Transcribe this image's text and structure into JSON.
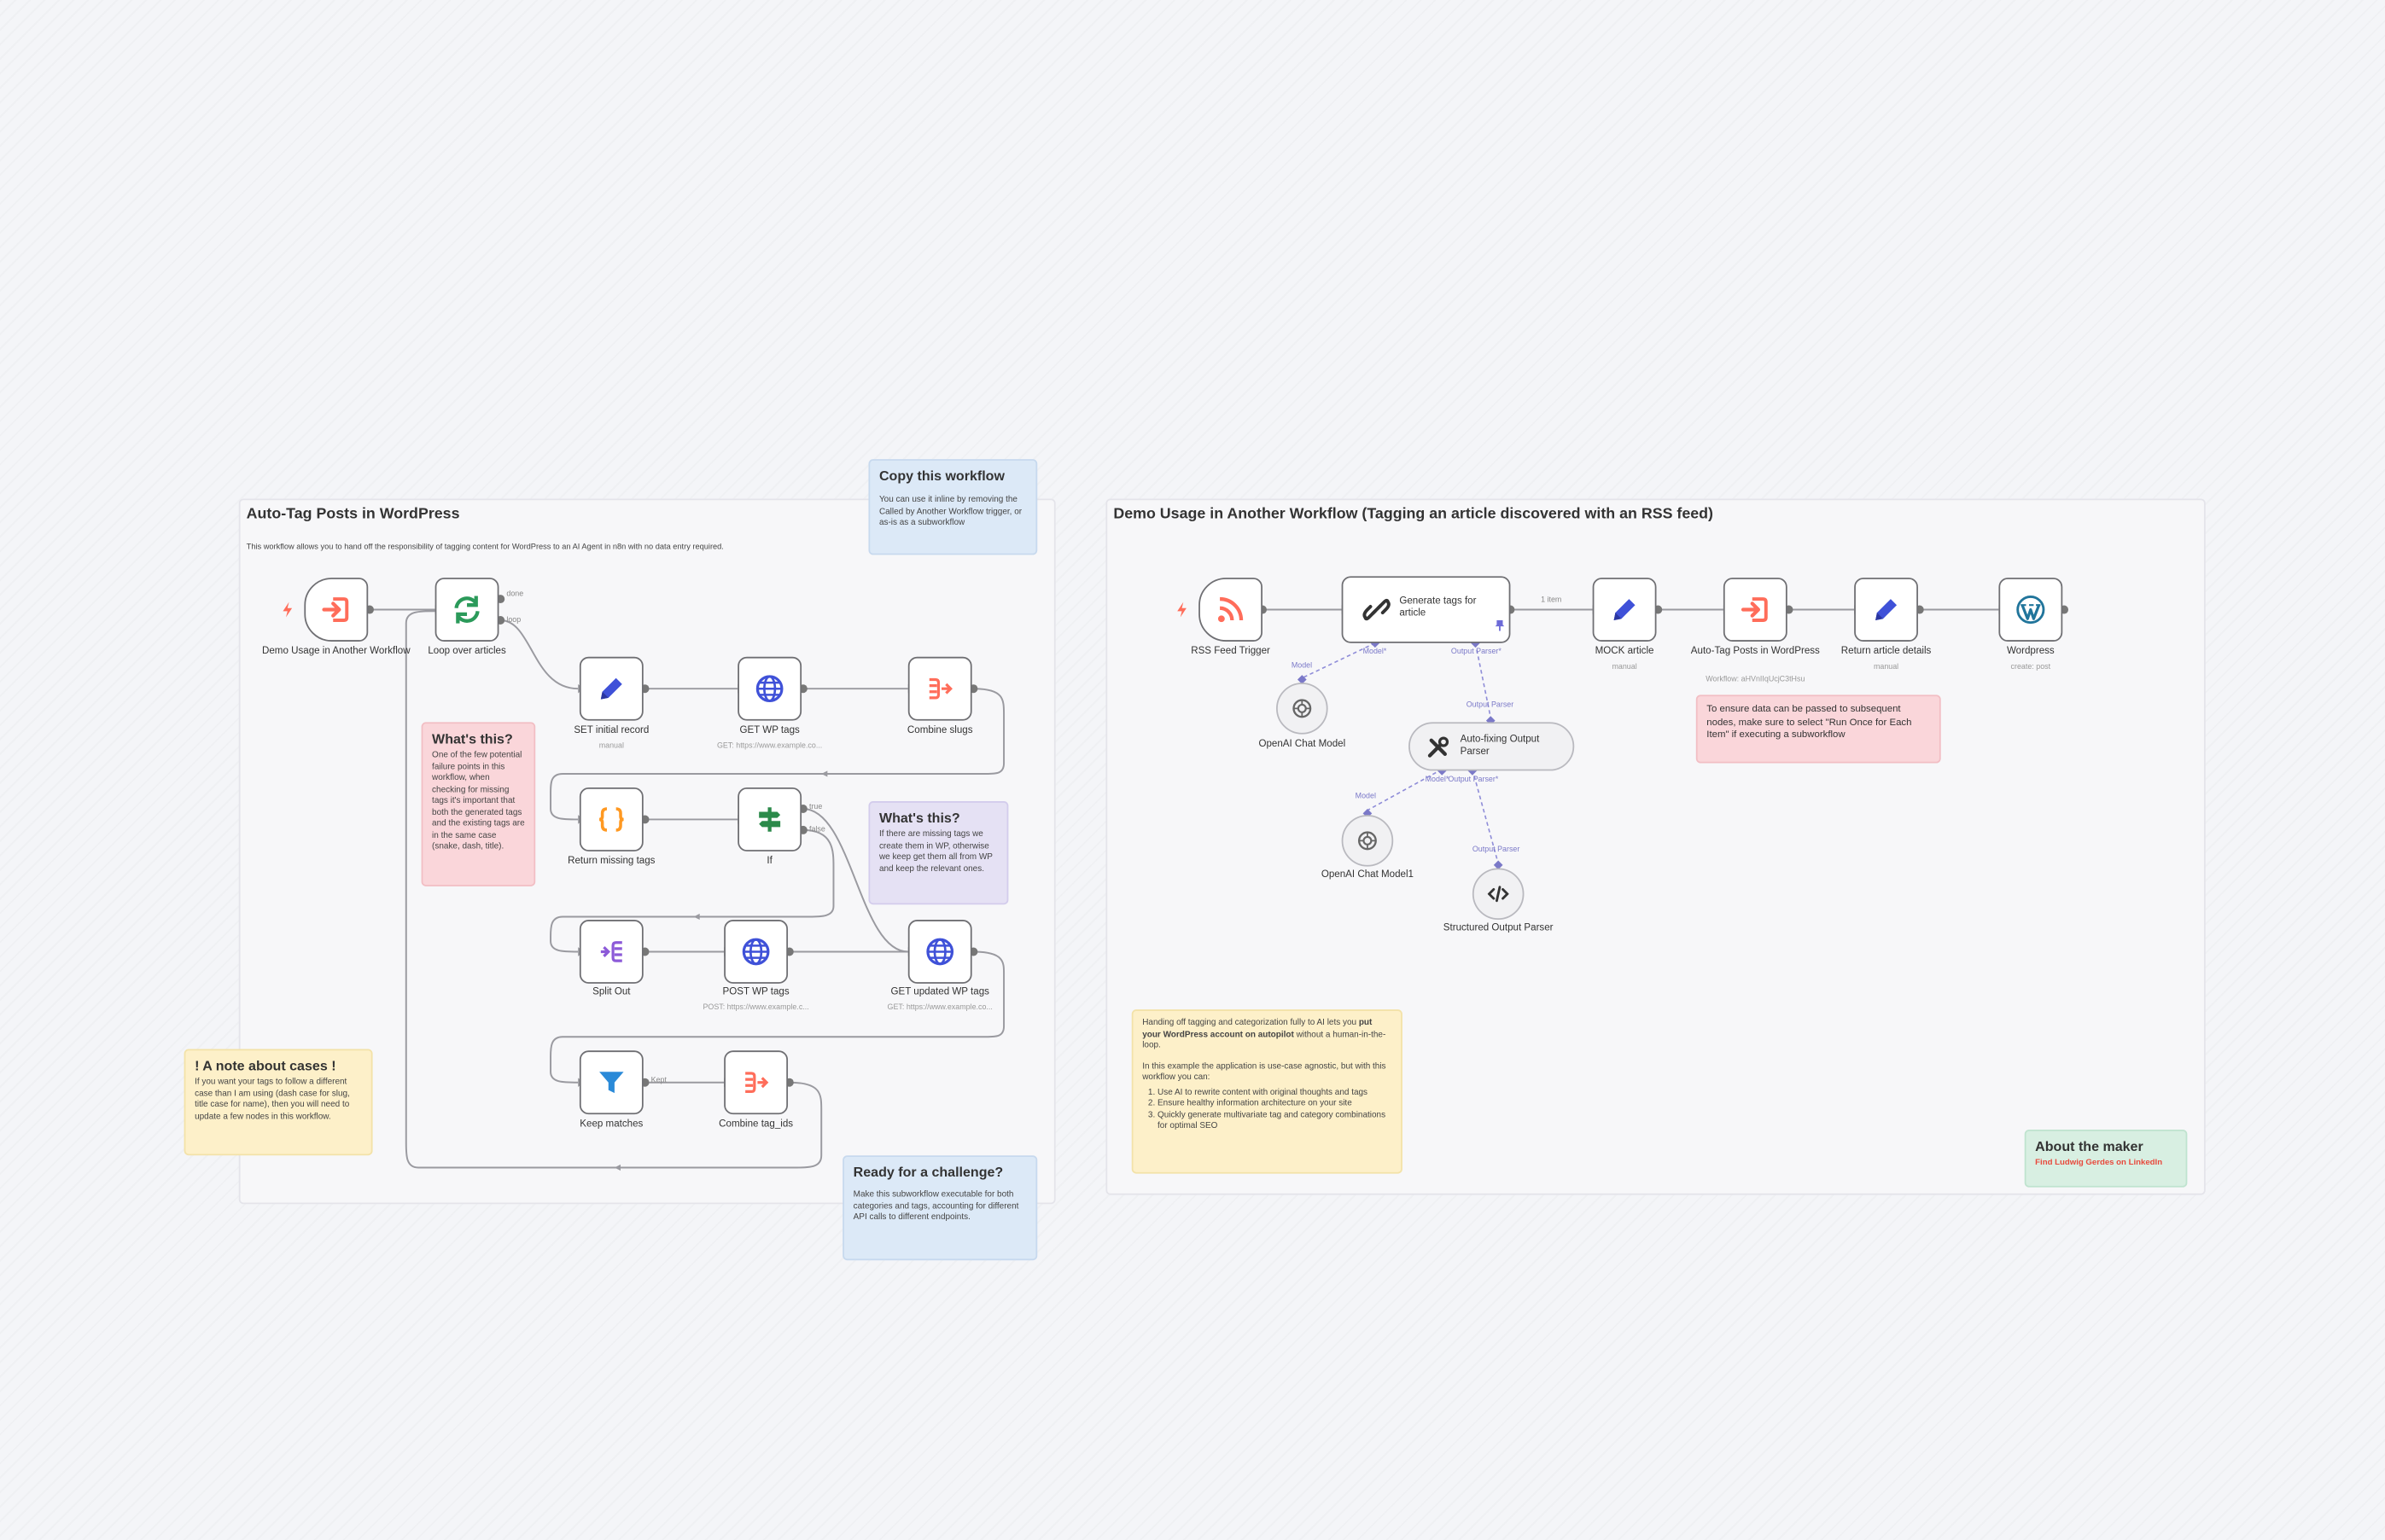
{
  "left_section": {
    "title": "Auto-Tag Posts in WordPress",
    "description": "This workflow allows you to hand off the responsibility of tagging content for WordPress to an AI Agent in n8n with no data entry required."
  },
  "right_section": {
    "title": "Demo Usage in Another Workflow (Tagging an article discovered with an RSS feed)"
  },
  "notes": {
    "copy": {
      "title": "Copy this workflow",
      "body": "You can use it inline by removing the Called by Another Workflow trigger, or as-is as a subworkflow"
    },
    "whats_this_1": {
      "title": "What's this?",
      "body": "One of the few potential failure points in this workflow, when checking for missing tags it's important that both the generated tags and the existing tags are in the same case (snake, dash, title)."
    },
    "whats_this_2": {
      "title": "What's this?",
      "body": "If there are missing tags we create them in WP, otherwise we keep get them all from WP and keep the relevant ones."
    },
    "cases": {
      "title": "! A note about cases !",
      "body": "If you want your tags to follow a different case than I am using (dash case for slug, title case for name), then you will need to update a few nodes in this workflow."
    },
    "challenge": {
      "title": "Ready for a challenge?",
      "body": "Make this subworkflow executable for both categories and tags, accounting for different API calls to different endpoints."
    },
    "subsequent": {
      "body": "To ensure data can be passed to subsequent nodes, make sure to select \"Run Once for Each Item\" if executing a subworkflow"
    },
    "handoff": {
      "p1_a": "Handing off tagging and categorization fully to AI lets you ",
      "p1_b": "put your WordPress account on autopilot",
      "p1_c": " without a human-in-the-loop.",
      "p2": "In this example the application is use-case agnostic, but with this workflow you can:",
      "items": [
        "Use AI to rewrite content with original thoughts and tags",
        "Ensure healthy information architecture on your site",
        "Quickly generate multivariate tag and category combinations for optimal SEO"
      ]
    },
    "maker": {
      "title": "About the maker",
      "link": "Find Ludwig Gerdes on LinkedIn"
    }
  },
  "left_nodes": {
    "demo_trigger": {
      "label": "Demo Usage in Another Workflow"
    },
    "loop": {
      "label": "Loop over articles",
      "port_done": "done",
      "port_loop": "loop"
    },
    "set_initial": {
      "label": "SET initial record",
      "sub": "manual"
    },
    "get_wp_tags": {
      "label": "GET WP tags",
      "sub": "GET: https://www.example.co..."
    },
    "combine_slugs": {
      "label": "Combine slugs"
    },
    "return_missing": {
      "label": "Return missing tags"
    },
    "if": {
      "label": "If",
      "port_true": "true",
      "port_false": "false"
    },
    "split_out": {
      "label": "Split Out"
    },
    "post_wp_tags": {
      "label": "POST WP tags",
      "sub": "POST: https://www.example.c..."
    },
    "get_updated": {
      "label": "GET updated WP tags",
      "sub": "GET: https://www.example.co..."
    },
    "keep_matches": {
      "label": "Keep matches",
      "port_kept": "Kept"
    },
    "combine_tag_ids": {
      "label": "Combine tag_ids"
    }
  },
  "right_nodes": {
    "rss": {
      "label": "RSS Feed Trigger"
    },
    "agent": {
      "label": "Generate tags for article",
      "edge_label": "1 item"
    },
    "mock": {
      "label": "MOCK article",
      "sub": "manual"
    },
    "auto_tag": {
      "label": "Auto-Tag Posts in WordPress",
      "sub": "Workflow: aHVnIIqUcjC3tHsu"
    },
    "return_details": {
      "label": "Return article details",
      "sub": "manual"
    },
    "wordpress": {
      "label": "Wordpress",
      "sub": "create: post"
    },
    "openai1": {
      "label": "OpenAI Chat Model"
    },
    "autofix": {
      "label": "Auto-fixing Output Parser"
    },
    "openai2": {
      "label": "OpenAI Chat Model1"
    },
    "structured": {
      "label": "Structured Output Parser"
    }
  },
  "ports": {
    "model": "Model",
    "model_req": "Model*",
    "output_parser": "Output Parser",
    "output_parser_req": "Output Parser*"
  },
  "colors": {
    "accent_purple": "#6d6bd8",
    "trigger_orange": "#ff6d5a",
    "wire": "#9a9aa0"
  }
}
